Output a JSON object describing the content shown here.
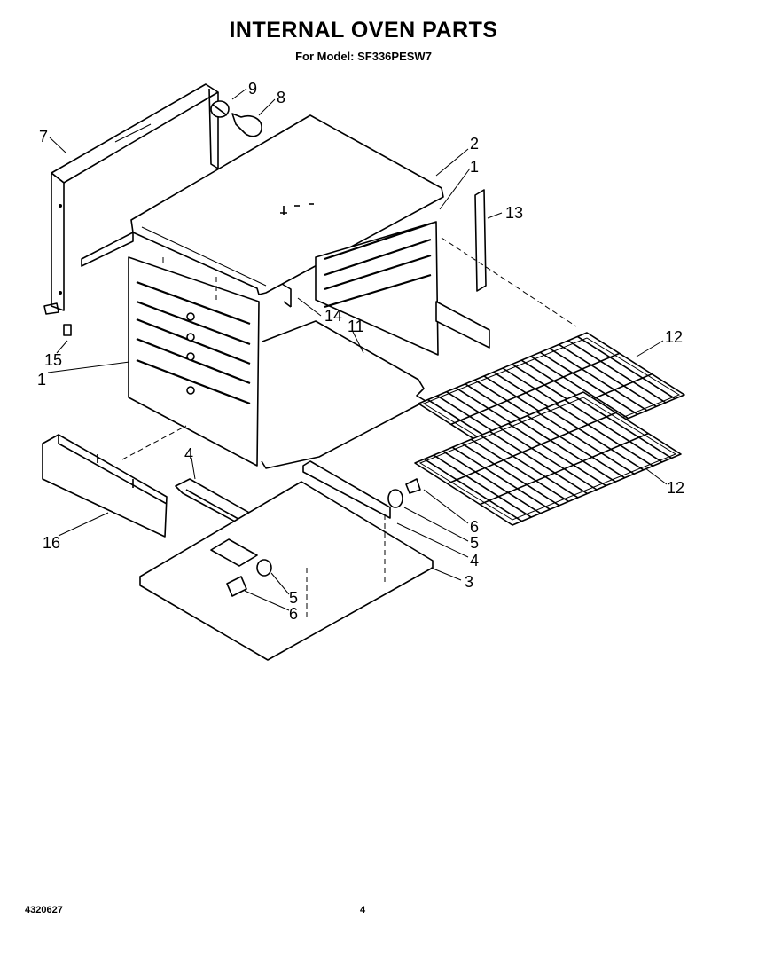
{
  "header": {
    "title": "INTERNAL OVEN PARTS",
    "subtitle": "For Model: SF336PESW7"
  },
  "footer": {
    "document_number": "4320627",
    "page_number": "4"
  },
  "callouts": [
    {
      "id": "c9",
      "label": "9"
    },
    {
      "id": "c8",
      "label": "8"
    },
    {
      "id": "c7",
      "label": "7"
    },
    {
      "id": "c2",
      "label": "2"
    },
    {
      "id": "c1a",
      "label": "1"
    },
    {
      "id": "c13",
      "label": "13"
    },
    {
      "id": "c14",
      "label": "14"
    },
    {
      "id": "c11",
      "label": "11"
    },
    {
      "id": "c15",
      "label": "15"
    },
    {
      "id": "c1b",
      "label": "1"
    },
    {
      "id": "c12a",
      "label": "12"
    },
    {
      "id": "c12b",
      "label": "12"
    },
    {
      "id": "c4a",
      "label": "4"
    },
    {
      "id": "c16",
      "label": "16"
    },
    {
      "id": "c6a",
      "label": "6"
    },
    {
      "id": "c5a",
      "label": "5"
    },
    {
      "id": "c4b",
      "label": "4"
    },
    {
      "id": "c3",
      "label": "3"
    },
    {
      "id": "c5b",
      "label": "5"
    },
    {
      "id": "c6b",
      "label": "6"
    }
  ]
}
